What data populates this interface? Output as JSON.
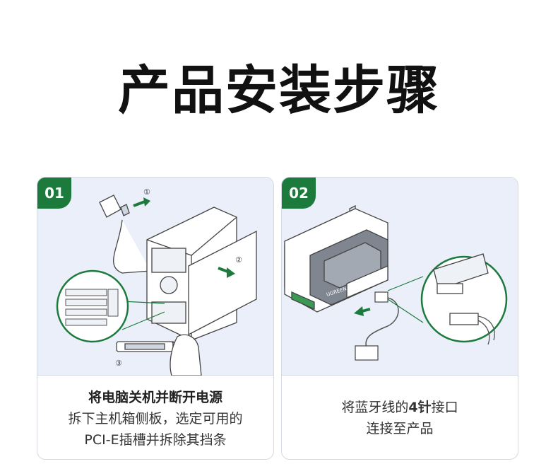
{
  "title": "产品安装步骤",
  "steps": [
    {
      "number": "01",
      "marks": [
        "①",
        "②",
        "③"
      ],
      "lines": [
        "将电脑关机并断开电源",
        "拆下主机箱侧板，选定可用的",
        "PCI-E插槽并拆除其挡条"
      ]
    },
    {
      "number": "02",
      "card_label": "UGREEN",
      "line1_before": "将蓝牙线的",
      "line1_bold": "4针",
      "line1_after": "接口",
      "line2": "连接至产品"
    }
  ],
  "colors": {
    "accent": "#1b7a3c",
    "panel": "#eaeffa",
    "border": "#d4d9e2"
  }
}
